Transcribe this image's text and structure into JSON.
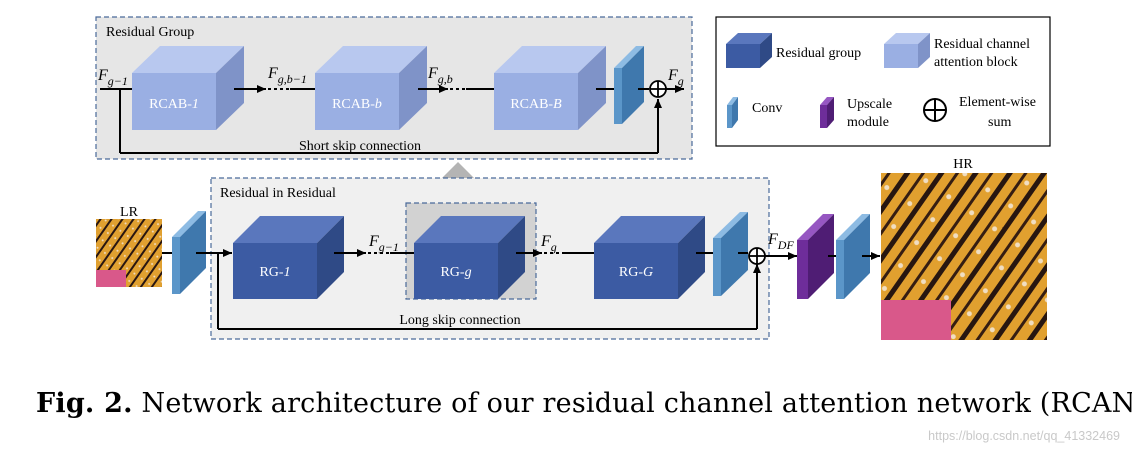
{
  "diagram": {
    "residual_group_title": "Residual Group",
    "rir_title": "Residual in Residual",
    "rcab_1_pre": "RCAB-",
    "rcab_1_idx": "1",
    "rcab_b_pre": "RCAB-",
    "rcab_b_idx": "b",
    "rcab_B_pre": "RCAB-",
    "rcab_B_idx": "B",
    "rg_1_pre": "RG-",
    "rg_1_idx": "1",
    "rg_g_pre": "RG-",
    "rg_g_idx": "g",
    "rg_G_pre": "RG-",
    "rg_G_idx": "G",
    "short_skip": "Short skip connection",
    "long_skip": "Long skip connection",
    "lr_label": "LR",
    "hr_label": "HR",
    "f_g1_sub": "g−1",
    "f_gb1_sub": "g,b−1",
    "f_gb_sub": "g,b",
    "f_g_sub": "g",
    "f_rg_in_sub": "g−1",
    "f_rg_out_sub": "g",
    "f_df_sub": "DF",
    "f_symbol": "F"
  },
  "legend": {
    "residual_group": "Residual group",
    "rcab_line1": "Residual channel",
    "rcab_line2": "attention block",
    "conv": "Conv",
    "upscale_line1": "Upscale",
    "upscale_line2": "module",
    "sum_line1": "Element-wise",
    "sum_line2": "sum"
  },
  "caption": {
    "label": "Fig. 2.",
    "text": "Network architecture of our residual channel attention network (RCAN)"
  },
  "watermark": "https://blog.csdn.net/qq_41332469",
  "colors": {
    "rcab_front": "#9aafe3",
    "rg_front": "#3c5ba3",
    "conv": "#5b96c9",
    "upscale": "#6e2d9a",
    "panel_bg": "#e6e6e6",
    "dash": "#4a6a9a"
  }
}
